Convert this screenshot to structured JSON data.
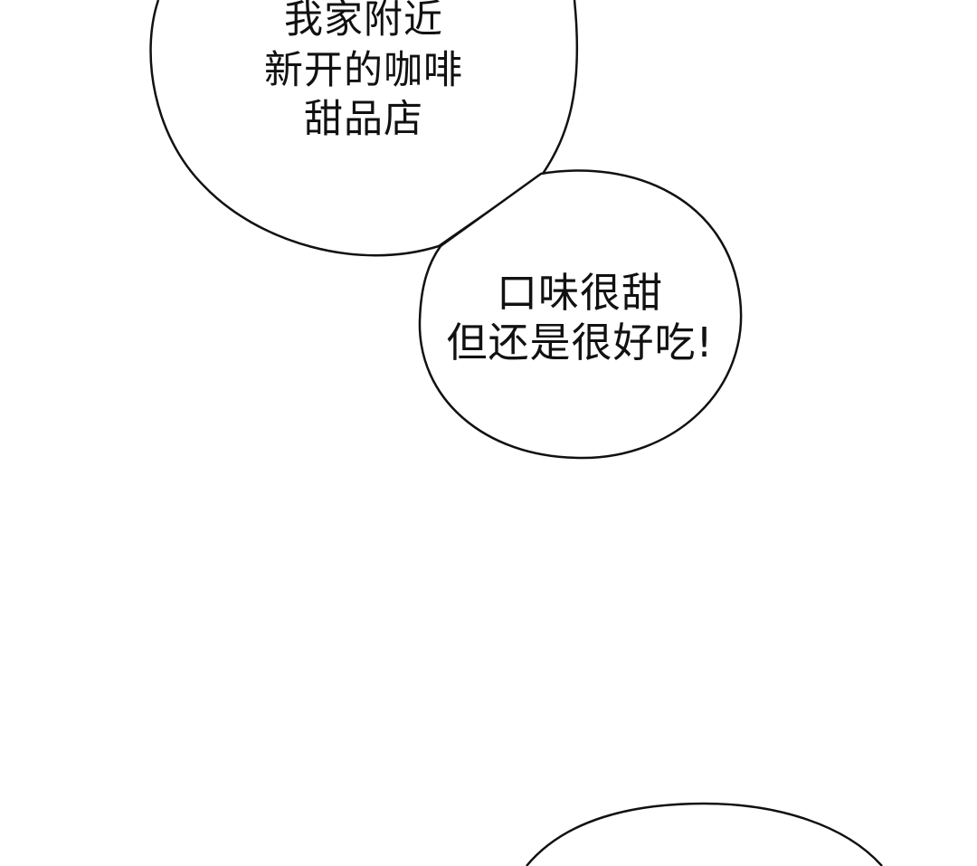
{
  "bubbles": [
    {
      "lines": [
        "我家附近",
        "新开的咖啡",
        "甜品店"
      ]
    },
    {
      "lines": [
        "口味很甜",
        "但还是很好吃!"
      ]
    },
    {
      "lines": []
    }
  ],
  "colors": {
    "background": "#ffffff",
    "bubble_fill": "#ffffff",
    "bubble_stroke": "#111111",
    "text": "#111111"
  }
}
